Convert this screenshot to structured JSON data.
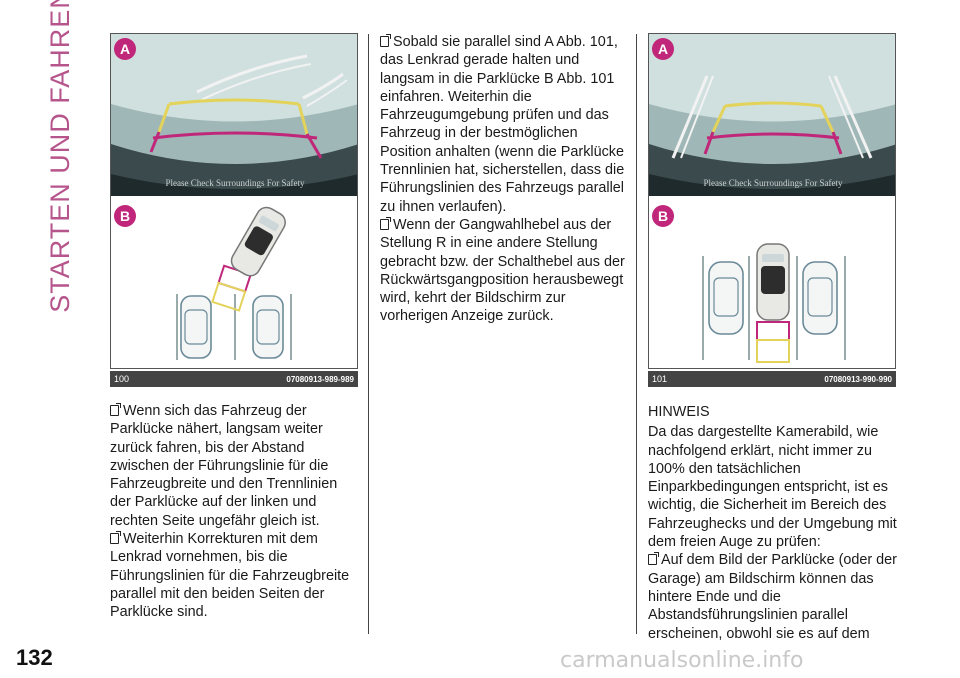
{
  "section_title": "STARTEN UND FAHREN",
  "page_number": "132",
  "watermark": "carmanualsonline.info",
  "figures": [
    {
      "number": "100",
      "code": "07080913-989-989",
      "label_a": "A",
      "label_b": "B",
      "screen_text": "Please Check Surroundings For Safety"
    },
    {
      "number": "101",
      "code": "07080913-990-990",
      "label_a": "A",
      "label_b": "B",
      "screen_text": "Please Check Surroundings For Safety"
    }
  ],
  "col1": [
    "Wenn sich das Fahrzeug der Parklücke nähert, langsam weiter zurück fahren, bis der Abstand zwischen der Führungslinie für die Fahrzeugbreite und den Trennlinien der Parklücke auf der linken und rechten Seite ungefähr gleich ist.",
    "Weiterhin Korrekturen mit dem Lenkrad vornehmen, bis die Führungslinien für die Fahrzeugbreite parallel mit den beiden Seiten der Parklücke sind."
  ],
  "col2": [
    "Sobald sie parallel sind A Abb. 101, das Lenkrad gerade halten und langsam in die Parklücke B Abb. 101 einfahren. Weiterhin die Fahrzeugumgebung prüfen und das Fahrzeug in der bestmöglichen Position anhalten (wenn die Parklücke Trennlinien hat, sicherstellen, dass die Führungslinien des Fahrzeugs parallel zu ihnen verlaufen).",
    "Wenn der Gangwahlhebel aus der Stellung R in eine andere Stellung gebracht bzw. der Schalthebel aus der Rückwärtsgangposition herausbewegt wird, kehrt der Bildschirm zur vorherigen Anzeige zurück."
  ],
  "col3": {
    "note_title": "HINWEIS",
    "note_text": "Da das dargestellte Kamerabild, wie nachfolgend erklärt, nicht immer zu 100% den tatsächlichen Einparkbedingungen entspricht, ist es wichtig, die Sicherheit im Bereich des Fahrzeughecks und der Umgebung mit dem freien Auge zu prüfen:",
    "bullet": "Auf dem Bild der Parklücke (oder der Garage) am Bildschirm können das hintere Ende und die Abstandsführungslinien parallel erscheinen, obwohl sie es auf dem"
  },
  "colors": {
    "accent": "#b6558c",
    "guide_magenta": "#c0277a",
    "guide_yellow": "#e3d35b",
    "guide_green": "#7ec8a0"
  }
}
